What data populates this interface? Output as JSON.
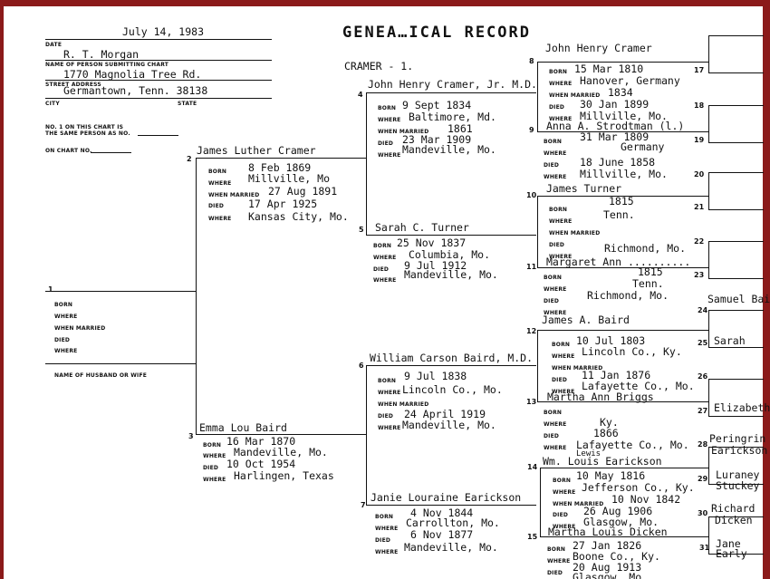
{
  "header": {
    "title": "GENEA…ICAL   RECORD",
    "chart_id": "CRAMER - 1.",
    "date": "July 14, 1983",
    "submitter": "R. T. Morgan",
    "street": "1770 Magnolia Tree Rd.",
    "city_state": "Germantown, Tenn. 38138"
  },
  "labels": {
    "date": "DATE",
    "name_submitting": "NAME OF PERSON SUBMITTING CHART",
    "street": "STREET ADDRESS",
    "city": "CITY",
    "state": "STATE",
    "same_person_1": "NO. 1 ON THIS CHART IS",
    "same_person_2": "THE SAME PERSON AS NO.",
    "on_chart": "ON CHART NO.",
    "born": "BORN",
    "where": "WHERE",
    "when_married": "WHEN MARRIED",
    "died": "DIED",
    "spouse": "NAME OF HUSBAND OR WIFE"
  },
  "persons": {
    "p2": {
      "num": "2",
      "name": "James Luther Cramer",
      "born": "8 Feb 1869",
      "born_where": "Millville, Mo",
      "married": "27 Aug 1891",
      "died": "17 Apr 1925",
      "died_where": "Kansas City, Mo."
    },
    "p3": {
      "num": "3",
      "name": "Emma Lou Baird",
      "born": "16 Mar 1870",
      "born_where": "Mandeville, Mo.",
      "died": "10 Oct 1954",
      "died_where": "Harlingen, Texas"
    },
    "p4": {
      "num": "4",
      "name": "John Henry Cramer, Jr. M.D.",
      "born": "9 Sept 1834",
      "born_where": "Baltimore, Md.",
      "married": "1861",
      "died": "23 Mar 1909",
      "died_where": "Mandeville, Mo."
    },
    "p5": {
      "num": "5",
      "name": "Sarah C. Turner",
      "born": "25 Nov 1837",
      "born_where": "Columbia, Mo.",
      "died": "9 Jul 1912",
      "died_where": "Mandeville, Mo."
    },
    "p6": {
      "num": "6",
      "name": "William Carson Baird, M.D.",
      "born": "9 Jul 1838",
      "born_where": "Lincoln Co., Mo.",
      "died": "24 April 1919",
      "died_where": "Mandeville, Mo."
    },
    "p7": {
      "num": "7",
      "name": "Janie Louraine Earickson",
      "born": "4 Nov 1844",
      "born_where": "Carrollton, Mo.",
      "died": "6 Nov 1877",
      "died_where": "Mandeville, Mo."
    },
    "p8": {
      "num": "8",
      "name": "John Henry Cramer",
      "born": "15 Mar 1810",
      "born_where": "Hanover, Germany",
      "married": "1834",
      "died": "30 Jan 1899",
      "died_where": "Millville, Mo."
    },
    "p9": {
      "num": "9",
      "name": "Anna A. Strodtman (l.)",
      "born": "31 Mar 1809",
      "born_where": "Germany",
      "died": "18 June 1858",
      "died_where": "Millville, Mo."
    },
    "p10": {
      "num": "10",
      "name": "James Turner",
      "born": "1815",
      "born_where": "Tenn.",
      "died_where": "Richmond, Mo."
    },
    "p11": {
      "num": "11",
      "name": "Margaret Ann ..........",
      "born": "1815",
      "born_where": "Tenn.",
      "died_where": "Richmond, Mo."
    },
    "p12": {
      "num": "12",
      "name": "James A. Baird",
      "born": "10 Jul 1803",
      "born_where": "Lincoln Co., Ky.",
      "died": "11 Jan 1876",
      "died_where": "Lafayette Co., Mo."
    },
    "p13": {
      "num": "13",
      "name": "Martha Ann Briggs",
      "born_where": "Ky.",
      "died": "1866",
      "died_where": "Lafayette Co., Mo."
    },
    "p14": {
      "num": "14",
      "name": "Wm. Louis Earickson",
      "name_note": "Lewis",
      "born": "10 May 1816",
      "born_where": "Jefferson Co., Ky.",
      "married": "10 Nov 1842",
      "died": "26 Aug 1906",
      "died_where": "Glasgow, Mo."
    },
    "p15": {
      "num": "15",
      "name": "Martha Louis Dicken",
      "born": "27 Jan 1826",
      "born_where": "Boone Co., Ky.",
      "died": "20 Aug 1913",
      "died_where": "Glasgow, Mo"
    }
  },
  "gen5": {
    "n17": "17",
    "n18": "18",
    "n19": "19",
    "n20": "20",
    "n21": "21",
    "n22": "22",
    "n23": "23",
    "n24": "24",
    "name24": "Samuel Bai",
    "n25": "25",
    "name25": "Sarah",
    "n26": "26",
    "n27": "27",
    "name27": "Elizabeth",
    "n28": "28",
    "name28a": "Peringrin",
    "name28b": "Earickson",
    "n29": "29",
    "name29a": "Luraney",
    "name29b": "Stuckey",
    "n30": "30",
    "name30a": "Richard",
    "name30b": "Dicken",
    "n31": "31",
    "name31a": "Jane",
    "name31b": "Early",
    "n1": "1"
  }
}
